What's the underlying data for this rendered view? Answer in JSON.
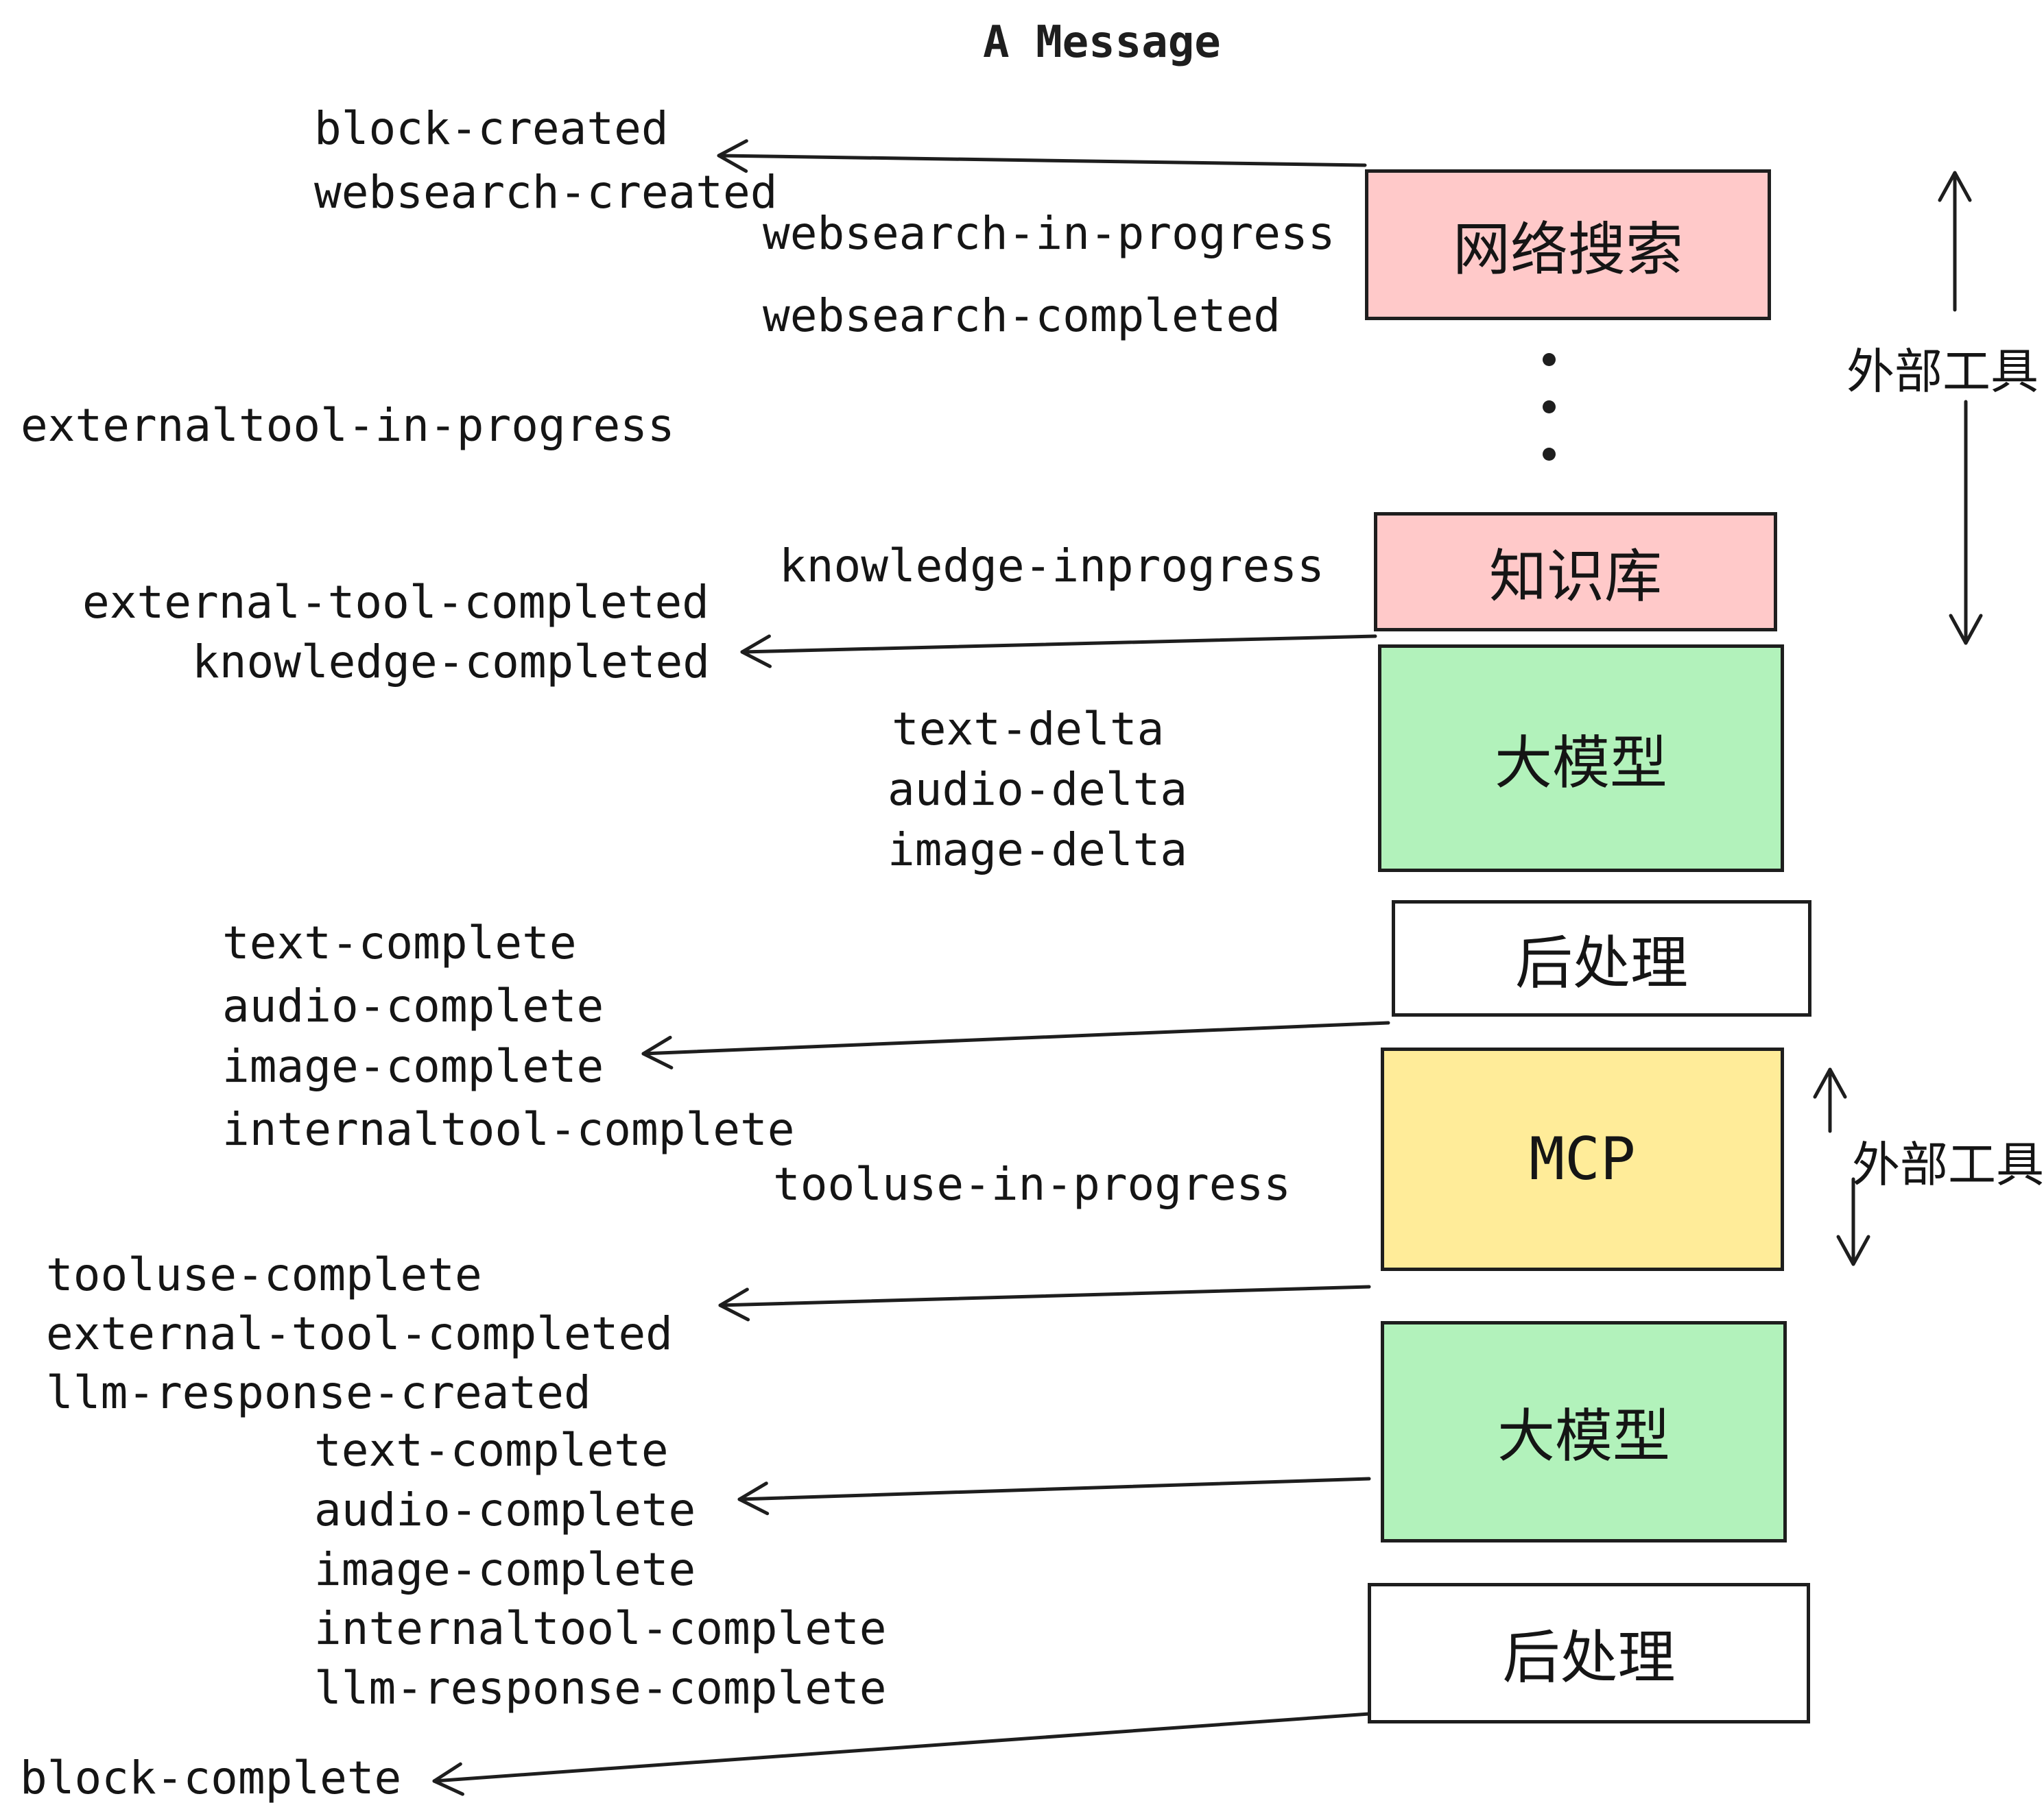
{
  "title": "A Message",
  "colors": {
    "stroke": "#1e1e1e",
    "pink": "#ffc9c9",
    "green": "#b2f2bb",
    "yellow": "#ffec99",
    "white": "#ffffff"
  },
  "boxes": [
    {
      "label": "网络搜索",
      "fill": "#ffc9c9"
    },
    {
      "label": "知识库",
      "fill": "#ffc9c9"
    },
    {
      "label": "大模型",
      "fill": "#b2f2bb"
    },
    {
      "label": "后处理",
      "fill": "#ffffff"
    },
    {
      "label": "MCP",
      "fill": "#ffec99"
    },
    {
      "label": "大模型",
      "fill": "#b2f2bb"
    },
    {
      "label": "后处理",
      "fill": "#ffffff"
    }
  ],
  "side_labels": {
    "top": "外部工具",
    "bottom": "外部工具"
  },
  "events": [
    "block-created",
    "websearch-created",
    "websearch-in-progress",
    "websearch-completed",
    "externaltool-in-progress",
    "knowledge-inprogress",
    "external-tool-completed",
    "knowledge-completed",
    "text-delta",
    "audio-delta",
    "image-delta",
    "text-complete",
    "audio-complete",
    "image-complete",
    "internaltool-complete",
    "tooluse-in-progress",
    "tooluse-complete",
    "external-tool-completed",
    "llm-response-created",
    "text-complete",
    "audio-complete",
    "image-complete",
    "internaltool-complete",
    "llm-response-complete",
    "block-complete"
  ]
}
